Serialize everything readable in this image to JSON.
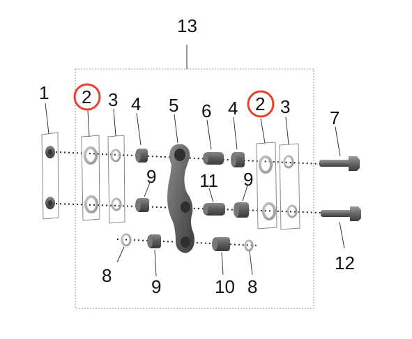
{
  "labels": {
    "l1": "1",
    "l2a": "2",
    "l3a": "3",
    "l4a": "4",
    "l5": "5",
    "l6": "6",
    "l4b": "4",
    "l2b": "2",
    "l3b": "3",
    "l7": "7",
    "l9a": "9",
    "l11": "11",
    "l9b": "9",
    "l8a": "8",
    "l9c": "9",
    "l10": "10",
    "l8b": "8",
    "l12": "12",
    "l13": "13"
  },
  "colors": {
    "highlight": "#e8412b",
    "part_dark": "#555555",
    "part_light": "#bdbdbd"
  }
}
